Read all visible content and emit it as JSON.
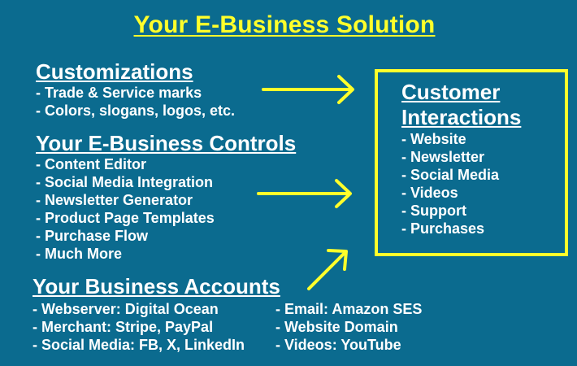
{
  "title": "Your E-Business Solution",
  "colors": {
    "background": "#0b6b8f",
    "accent": "#ffff2b",
    "text": "#ffffff"
  },
  "customizations": {
    "heading": "Customizations",
    "items": [
      "- Trade & Service marks",
      "- Colors, slogans, logos, etc."
    ]
  },
  "controls": {
    "heading": "Your E-Business Controls",
    "items": [
      "- Content Editor",
      "- Social Media Integration",
      "- Newsletter Generator",
      "- Product Page Templates",
      "- Purchase Flow",
      "- Much More"
    ]
  },
  "accounts": {
    "heading": "Your Business Accounts",
    "left_items": [
      "- Webserver: Digital Ocean",
      "- Merchant: Stripe, PayPal",
      "- Social Media: FB, X, LinkedIn"
    ],
    "right_items": [
      "- Email: Amazon SES",
      "- Website Domain",
      "- Videos: YouTube"
    ]
  },
  "interactions": {
    "heading_line1": "Customer",
    "heading_line2": "Interactions",
    "items": [
      "- Website",
      "- Newsletter",
      "- Social Media",
      "- Videos",
      "- Support",
      "- Purchases"
    ]
  }
}
